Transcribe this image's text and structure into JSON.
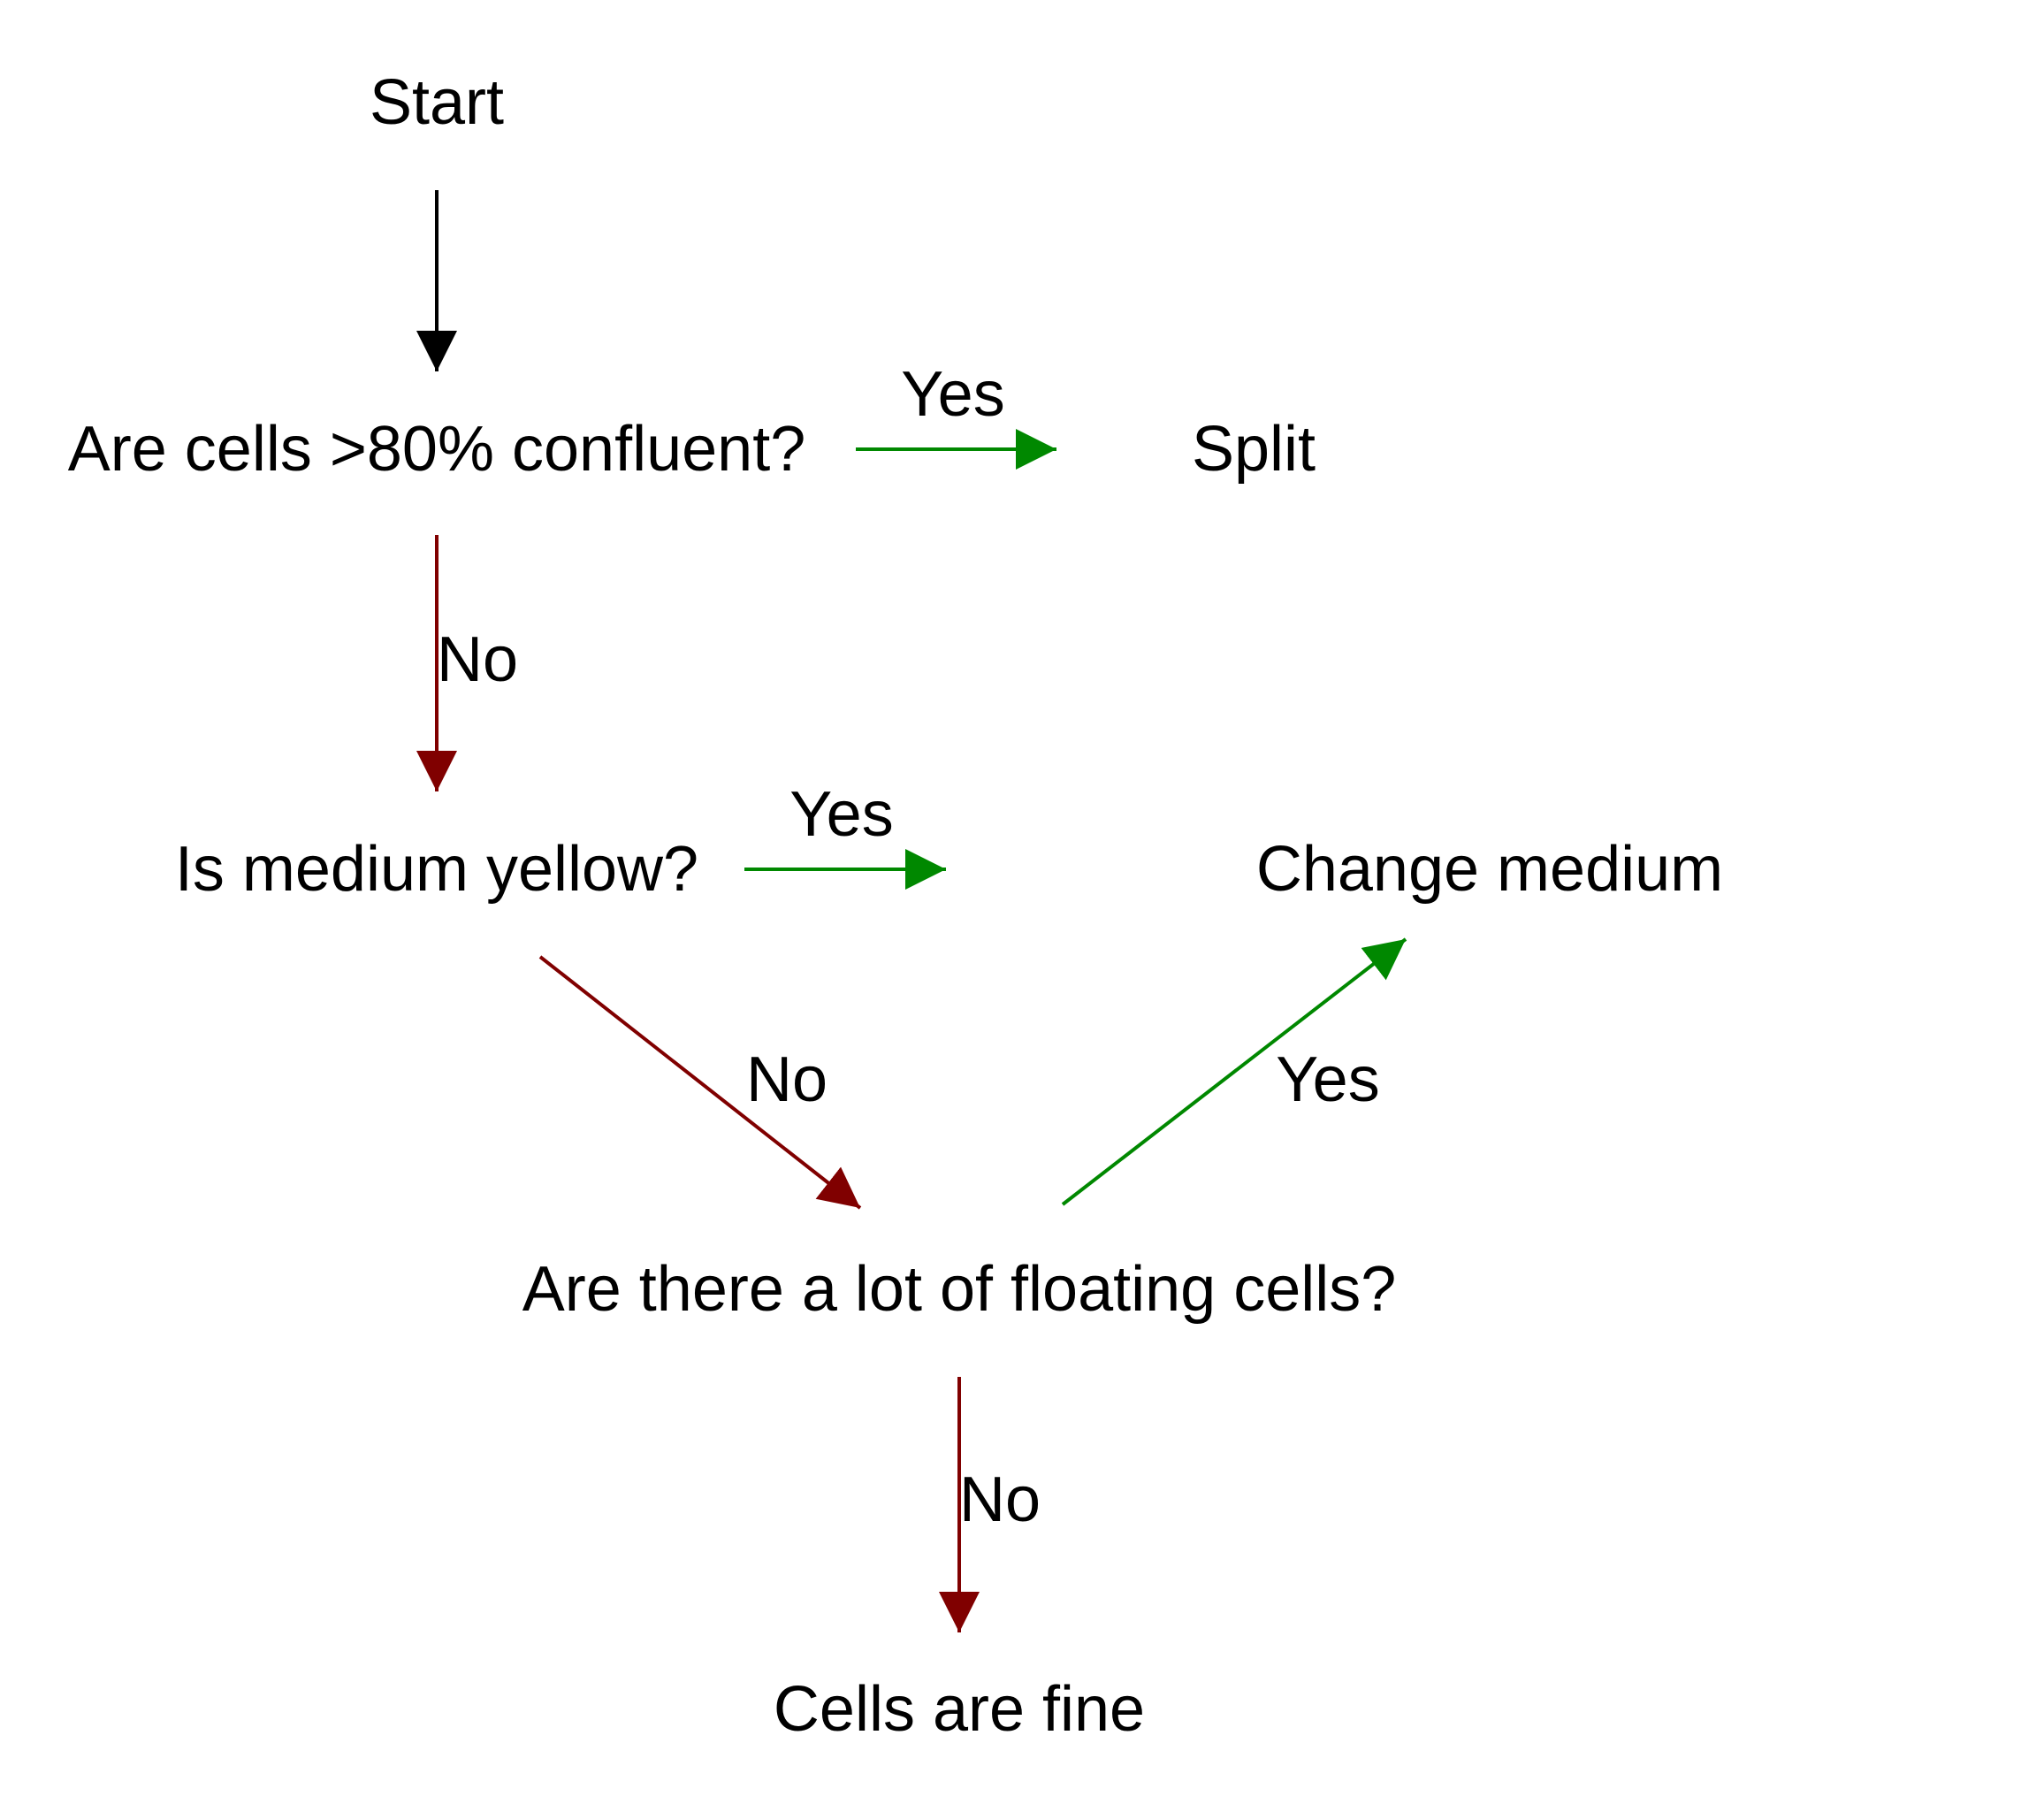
{
  "colors": {
    "default_edge": "#000000",
    "yes_edge": "#008800",
    "no_edge": "#800000",
    "text": "#000000",
    "background": "#ffffff"
  },
  "nodes": {
    "start": "Start",
    "q_confluent": "Are cells >80% confluent?",
    "split": "Split",
    "q_yellow": "Is medium yellow?",
    "change_medium": "Change medium",
    "q_floating": "Are there a lot of floating cells?",
    "cells_fine": "Cells are fine"
  },
  "edges": {
    "start_to_confluent": {
      "from": "start",
      "to": "q_confluent",
      "label": "",
      "kind": "default"
    },
    "confluent_yes": {
      "from": "q_confluent",
      "to": "split",
      "label": "Yes",
      "kind": "yes"
    },
    "confluent_no": {
      "from": "q_confluent",
      "to": "q_yellow",
      "label": "No",
      "kind": "no"
    },
    "yellow_yes": {
      "from": "q_yellow",
      "to": "change_medium",
      "label": "Yes",
      "kind": "yes"
    },
    "yellow_no": {
      "from": "q_yellow",
      "to": "q_floating",
      "label": "No",
      "kind": "no"
    },
    "floating_yes": {
      "from": "q_floating",
      "to": "change_medium",
      "label": "Yes",
      "kind": "yes"
    },
    "floating_no": {
      "from": "q_floating",
      "to": "cells_fine",
      "label": "No",
      "kind": "no"
    }
  }
}
